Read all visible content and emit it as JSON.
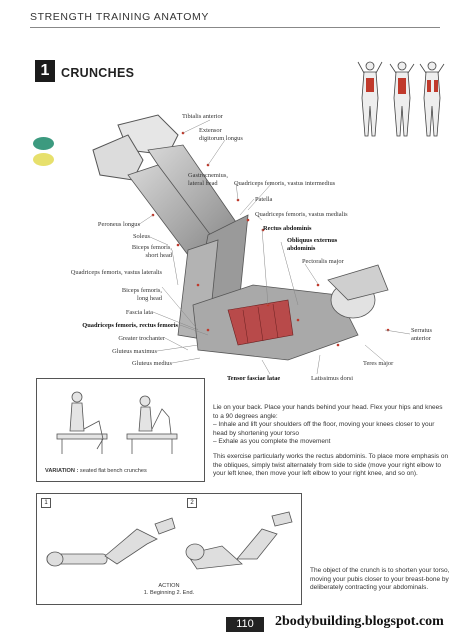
{
  "header": {
    "title": "STRENGTH TRAINING ANATOMY"
  },
  "chapter": {
    "number": "1",
    "title": "CRUNCHES"
  },
  "colors": {
    "green_dot": "#3c9a7f",
    "yellow_dot": "#e7e06c",
    "muscle_red": "#b33a3a"
  },
  "labels": {
    "tibialis_anterior": "Tibialis anterior",
    "extensor_digitorum": "Extensor\ndigitorum longus",
    "gastrocnemius": "Gastrocnemius,\nlateral head",
    "quad_intermedius": "Quadriceps femoris, vastus intermedius",
    "patella": "Patella",
    "quad_medialis": "Quadriceps femoris, vastus medialis",
    "rectus_abdominis": "Rectus abdominis",
    "obliquus": "Obliquus externus\nabdominis",
    "pectoralis": "Pectoralis major",
    "peroneus": "Peroneus longus",
    "soleus": "Soleus",
    "biceps_short": "Biceps femoris,\nshort head",
    "quad_lateralis": "Quadriceps femoris, vastus lateralis",
    "biceps_long": "Biceps femoris,\nlong head",
    "fascia_lata": "Fascia lata",
    "quad_rectus": "Quadriceps femoris, rectus femoris",
    "greater_trochanter": "Greater trochanter",
    "gluteus_maximus": "Gluteus maximus",
    "gluteus_medius": "Gluteus medius",
    "tensor_fasciae": "Tensor fasciae latae",
    "latissimus": "Latissimus dorsi",
    "teres_major": "Teres major",
    "serratus": "Serratus\nanterior"
  },
  "variation_caption": {
    "bold": "VARIATION :",
    "text": " seated flat bench crunches"
  },
  "body_text": {
    "para1": "Lie on your back. Place your hands behind your head. Flex your hips and knees to a 90 degrees angle:",
    "bullet1": "– Inhale and lift your shoulders off the floor, moving your knees closer to your head by shortening your torso",
    "bullet2": "– Exhale as you complete the movement",
    "para2": "This exercise particularly works the rectus abdominis. To place more emphasis on the obliques, simply twist alternately from side to side (move your right elbow to your left knee, then move your left elbow to your right knee, and so on).",
    "para3": "The object of the crunch is to shorten your torso, moving your pubis closer to your breast-bone by deliberately contracting your abdominals."
  },
  "action_box": {
    "step1": "1",
    "step2": "2",
    "title": "ACTION",
    "caption": "1. Beginning 2. End."
  },
  "footer": {
    "page": "110",
    "watermark": "2bodybuilding.blogspot.com"
  }
}
